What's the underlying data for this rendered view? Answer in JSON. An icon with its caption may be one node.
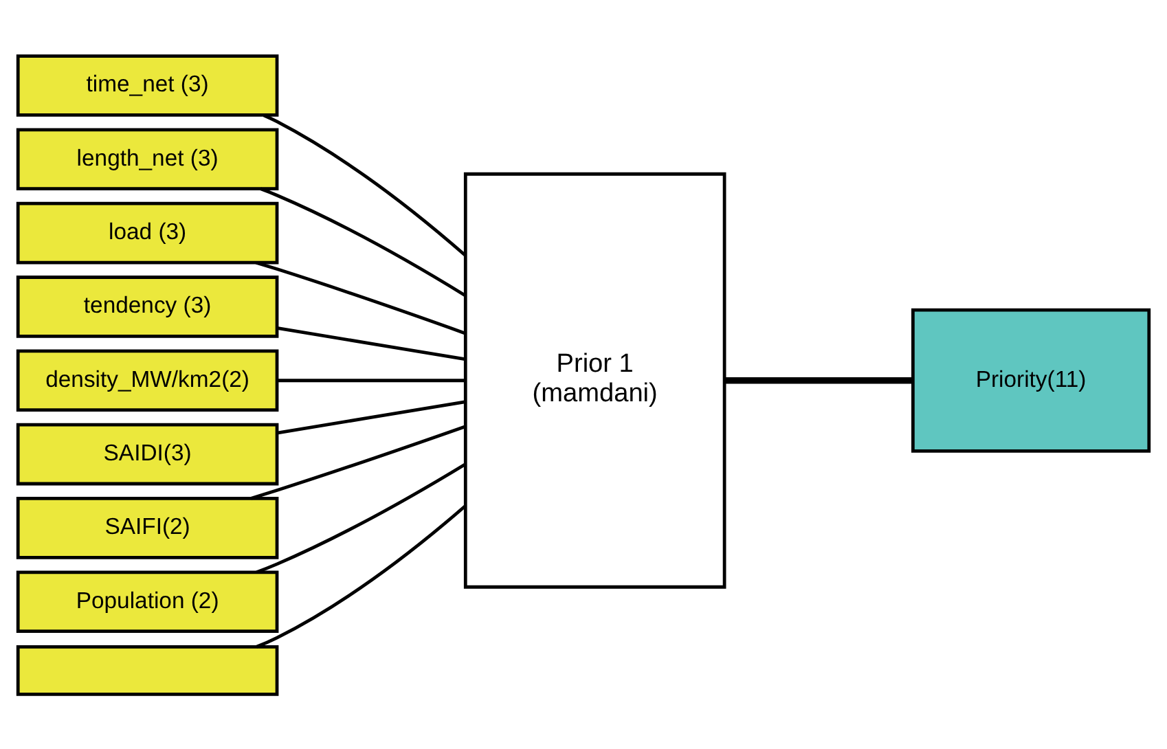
{
  "diagram": {
    "nodes": [
      {
        "text": [
          "time_net (3)"
        ]
      },
      {
        "text": [
          "length_net (3)"
        ]
      },
      {
        "text": [
          "load (3)"
        ]
      },
      {
        "text": [
          "tendency (3)"
        ]
      },
      {
        "text": [
          "density_MW/km2(2)"
        ]
      },
      {
        "text": [
          "SAIDI(3)"
        ]
      },
      {
        "text": [
          "SAIFI(2)"
        ]
      },
      {
        "text": [
          "Population (2)"
        ]
      },
      {
        "text": [],
        "shape": "box"
      },
      {
        "text": [
          "Prior 1",
          "(mamdani)"
        ]
      },
      {
        "text": [
          "Priority(11)"
        ]
      }
    ],
    "edges": [
      {
        "from": 0,
        "to": 9,
        "arrow": "none"
      },
      {
        "from": 1,
        "to": 9,
        "arrow": "none"
      },
      {
        "from": 2,
        "to": 9,
        "arrow": "none"
      },
      {
        "from": 3,
        "to": 9,
        "arrow": "none"
      },
      {
        "from": 4,
        "to": 9,
        "arrow": "none"
      },
      {
        "from": 5,
        "to": 9,
        "arrow": "none"
      },
      {
        "from": 6,
        "to": 9,
        "arrow": "none"
      },
      {
        "from": 7,
        "to": 9,
        "arrow": "none"
      },
      {
        "from": 8,
        "to": 9,
        "arrow": "none"
      },
      {
        "from": 9,
        "to": 10,
        "arrow": "none",
        "style": "thick"
      }
    ]
  }
}
